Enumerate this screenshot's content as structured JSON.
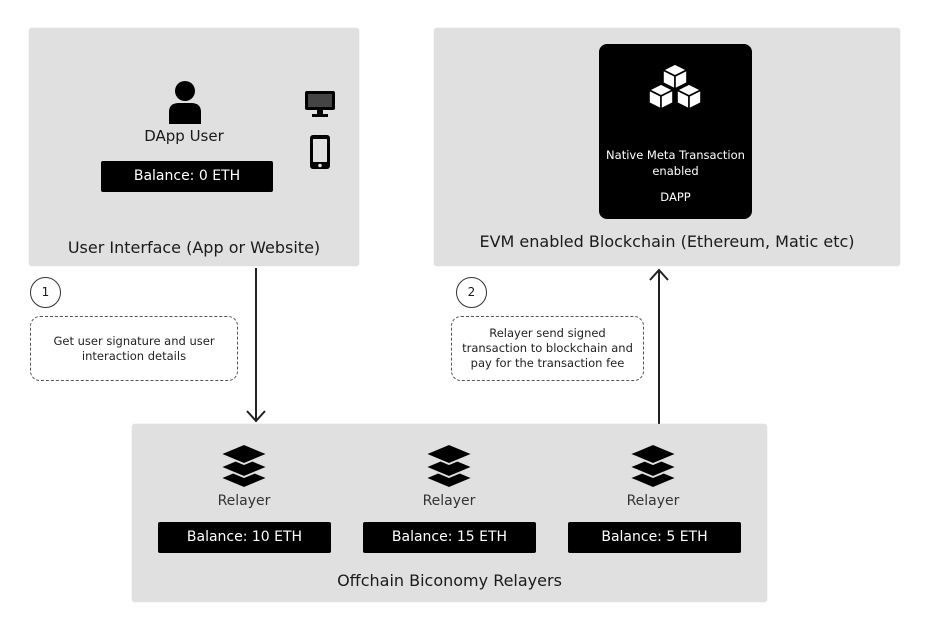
{
  "user_panel": {
    "user_label": "DApp User",
    "balance": "Balance: 0 ETH",
    "caption": "User Interface (App or Website)",
    "icons": [
      "user-icon",
      "desktop-icon",
      "mobile-icon"
    ]
  },
  "blockchain_panel": {
    "dapp_line1": "Native Meta Transaction",
    "dapp_line2": "enabled",
    "dapp_name": "DAPP",
    "caption": "EVM enabled Blockchain (Ethereum, Matic etc)",
    "icons": [
      "cubes-icon"
    ]
  },
  "steps": [
    {
      "number": "1",
      "note_line1": "Get user signature and user",
      "note_line2": "interaction details"
    },
    {
      "number": "2",
      "note_line1": "Relayer send signed",
      "note_line2": "transaction to blockchain and",
      "note_line3": "pay for the transaction fee"
    }
  ],
  "relayer_panel": {
    "caption": "Offchain Biconomy Relayers",
    "relayers": [
      {
        "label": "Relayer",
        "balance": "Balance: 10 ETH"
      },
      {
        "label": "Relayer",
        "balance": "Balance: 15 ETH"
      },
      {
        "label": "Relayer",
        "balance": "Balance: 5 ETH"
      }
    ],
    "icons": [
      "layers-icon"
    ]
  },
  "colors": {
    "panel": "#e0e0e0",
    "dark": "#000000",
    "text": "#1a1a1a"
  }
}
